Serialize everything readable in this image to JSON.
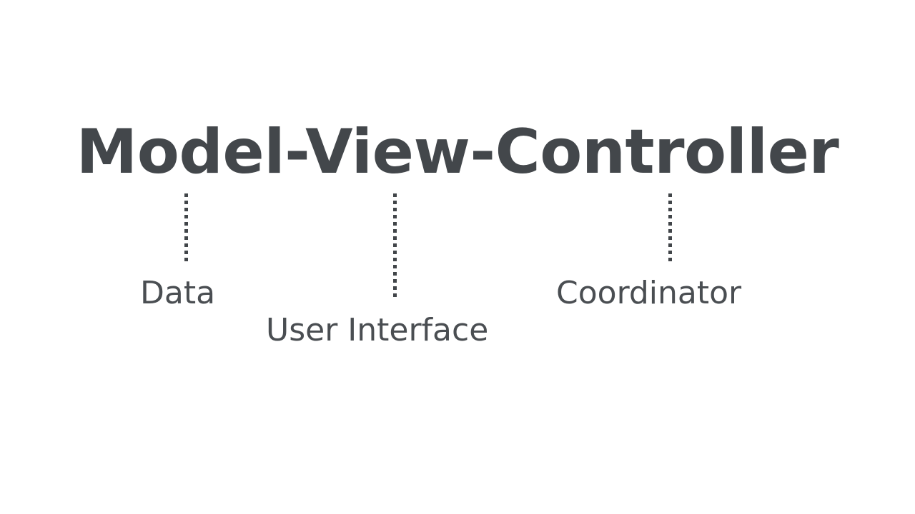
{
  "slide": {
    "background_color": "#ffffff",
    "title": "Model-View-Controller",
    "title_color": "#43474b",
    "caption_color": "#4a4e52",
    "leader_color": "#414549"
  },
  "annotations": [
    {
      "term": "Model",
      "caption": "Data",
      "leader_name": "leader-line-model"
    },
    {
      "term": "View",
      "caption": "User Interface",
      "leader_name": "leader-line-view"
    },
    {
      "term": "Controller",
      "caption": "Coordinator",
      "leader_name": "leader-line-controller"
    }
  ]
}
